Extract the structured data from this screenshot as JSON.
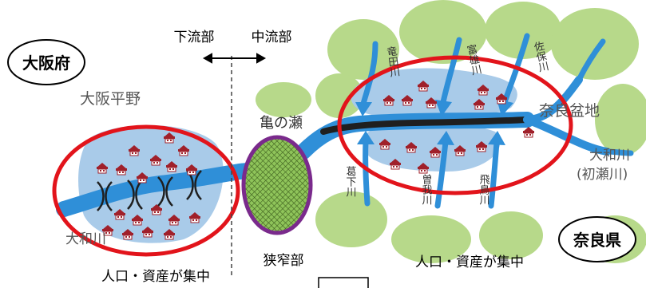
{
  "prefectures": {
    "osaka": "大阪府",
    "nara": "奈良県"
  },
  "reach_labels": {
    "downstream": "下流部",
    "midstream": "中流部"
  },
  "places": {
    "osaka_plain": "大阪平野",
    "kamenose": "亀の瀬",
    "nara_basin": "奈良盆地",
    "yamato_river_west": "大和川",
    "yamato_river_east": "大和川",
    "hatsuse_river": "(初瀬川)",
    "narrow_section": "狭窄部"
  },
  "tributaries": {
    "tatsuta": "竜田川",
    "tomio": "富雄川",
    "saho": "佐保川",
    "katsuge": "葛下川",
    "soga": "曽我川",
    "asuka": "飛鳥川"
  },
  "captions": {
    "west": "人口・資産が集中",
    "east": "人口・資産が集中"
  },
  "colors": {
    "river": "#2f8fd8",
    "river_dark": "#1f1f1f",
    "plain_blue": "#a9cbe9",
    "hill_green": "#b7d98a",
    "hill_dark": "#9fc46a",
    "ellipse_red": "#e2141b",
    "ellipse_purple": "#7a2a8c",
    "house_roof": "#a0202a"
  }
}
